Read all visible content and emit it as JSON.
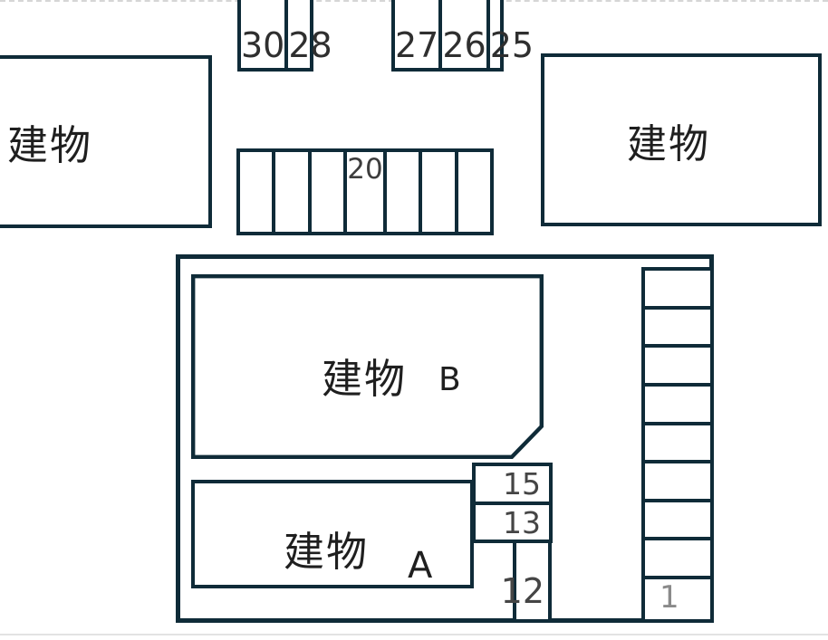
{
  "colors": {
    "line": "#0f2b38",
    "label_text": "#1f1f1f",
    "stall_number": "#2f2f2f",
    "stall_number_faded": "#8a8a8a",
    "page_edge": "#e3e3e3"
  },
  "buildings": {
    "top_left": {
      "label": "建物"
    },
    "top_right": {
      "label": "建物"
    },
    "b": {
      "label": "建物",
      "name": "B"
    },
    "a": {
      "label": "建物",
      "name": "A"
    }
  },
  "stalls": {
    "top_group_left": [
      "30",
      "28"
    ],
    "top_group_right": [
      "27",
      "26",
      "25"
    ],
    "middle_row": [
      "",
      "",
      "",
      "20",
      "",
      "",
      ""
    ],
    "side_pair": [
      "15",
      "13"
    ],
    "single": "12",
    "right_column": [
      "",
      "",
      "",
      "",
      "",
      "",
      "",
      "",
      "1"
    ]
  }
}
